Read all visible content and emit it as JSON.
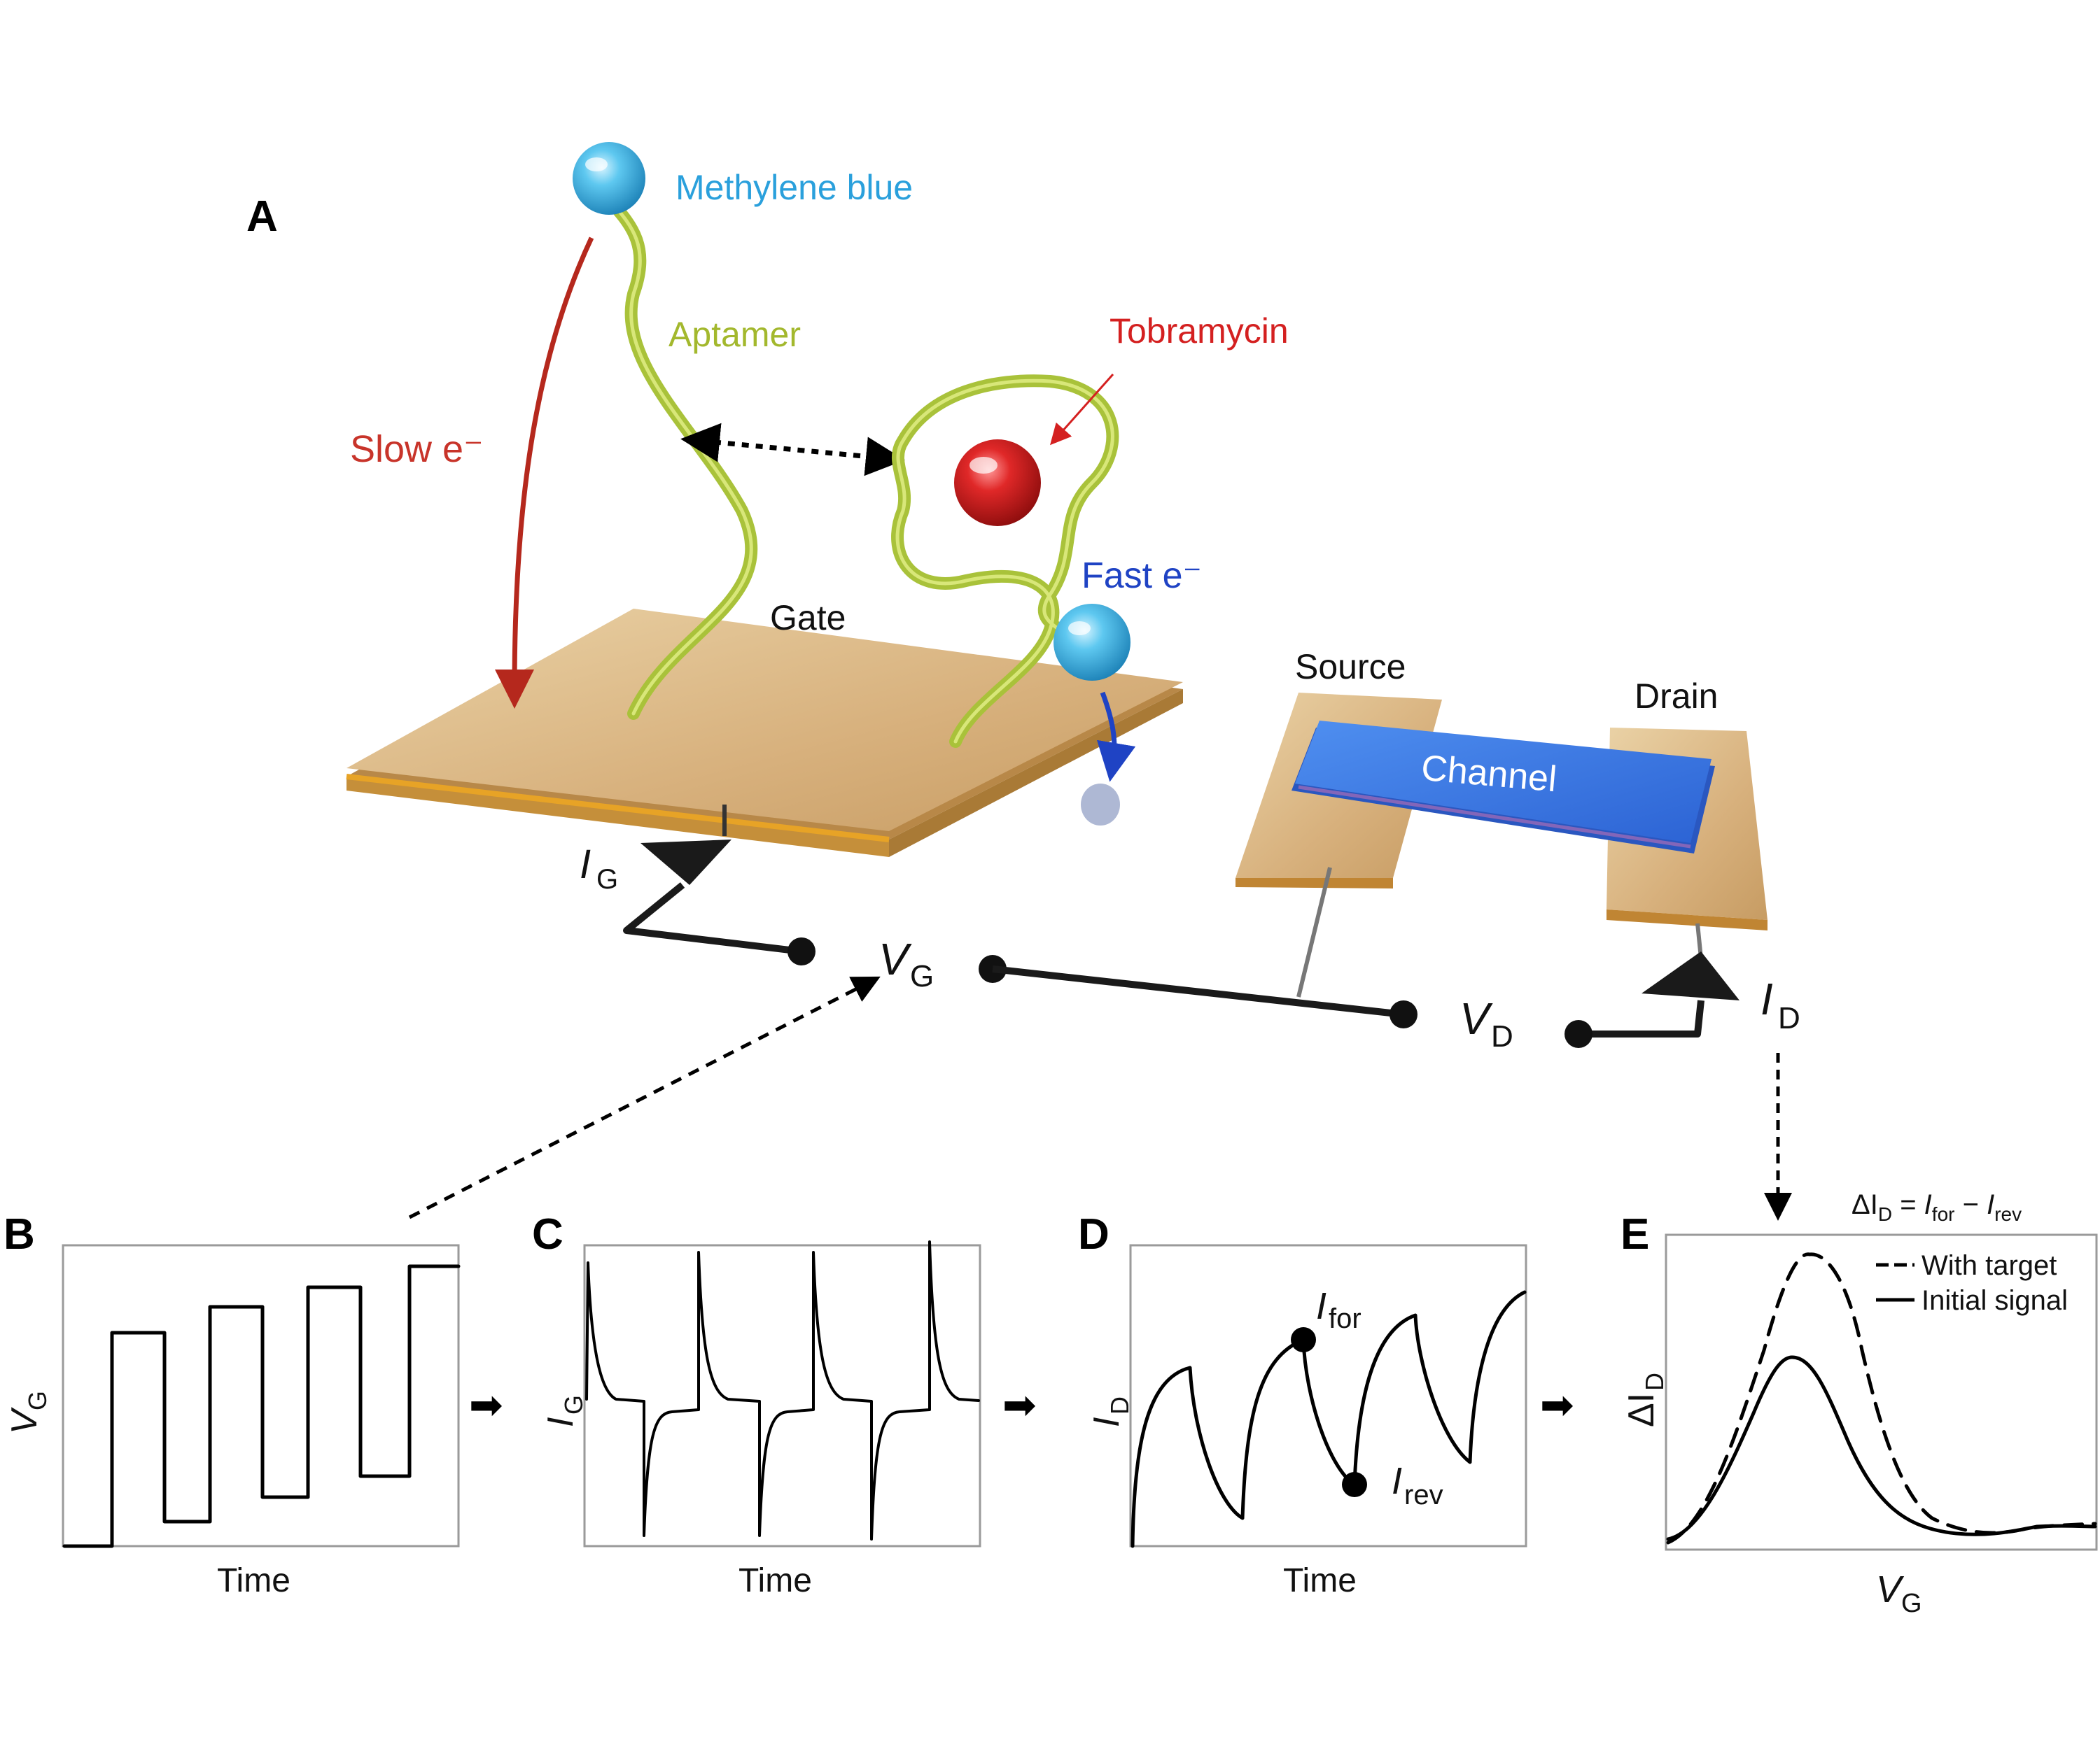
{
  "panel_a": {
    "letter": "A",
    "methylene_blue": "Methylene blue",
    "aptamer": "Aptamer",
    "tobramycin": "Tobramycin",
    "slow_e": "Slow e⁻",
    "fast_e": "Fast e⁻",
    "gate": "Gate",
    "source": "Source",
    "drain": "Drain",
    "channel": "Channel",
    "i_g": {
      "main": "I",
      "sub": "G"
    },
    "v_g": {
      "main": "V",
      "sub": "G"
    },
    "v_d": {
      "main": "V",
      "sub": "D"
    },
    "i_d": {
      "main": "I",
      "sub": "D"
    },
    "colors": {
      "methylene_blue": "#29a8e0",
      "aptamer": "#a9c23a",
      "tobramycin": "#d42020",
      "slow_arrow": "#b5281d",
      "fast_arrow": "#1f43c4",
      "gold": "#d9b27c",
      "channel": "#3f7fe6"
    }
  },
  "panel_b": {
    "letter": "B",
    "xlabel": "Time",
    "ylabel": {
      "main": "V",
      "sub": "G"
    }
  },
  "panel_c": {
    "letter": "C",
    "xlabel": "Time",
    "ylabel": {
      "main": "I",
      "sub": "G"
    }
  },
  "panel_d": {
    "letter": "D",
    "xlabel": "Time",
    "ylabel": {
      "main": "I",
      "sub": "D"
    },
    "i_for": {
      "main": "I",
      "sub": "for"
    },
    "i_rev": {
      "main": "I",
      "sub": "rev"
    }
  },
  "panel_e": {
    "letter": "E",
    "xlabel": {
      "main": "V",
      "sub": "G"
    },
    "ylabel": {
      "main": "ΔI",
      "sub": "D"
    },
    "equation": {
      "lhs": "ΔI",
      "lhs_sub": "D",
      "eq": " = ",
      "a": "I",
      "a_sub": "for",
      "minus": " − ",
      "b": "I",
      "b_sub": "rev"
    },
    "legend": [
      "With target",
      "Initial signal"
    ]
  },
  "chart_data": [
    {
      "type": "line",
      "panel": "B",
      "xlabel": "Time",
      "ylabel": "VG",
      "shape": "square-wave staircase"
    },
    {
      "type": "line",
      "panel": "C",
      "xlabel": "Time",
      "ylabel": "IG",
      "shape": "spikes at each potential step"
    },
    {
      "type": "line",
      "panel": "D",
      "xlabel": "Time",
      "ylabel": "ID",
      "markers": [
        "Ifor",
        "Irev"
      ]
    },
    {
      "type": "line",
      "panel": "E",
      "xlabel": "VG",
      "ylabel": "ΔID",
      "series": [
        {
          "name": "With target",
          "style": "dashed"
        },
        {
          "name": "Initial signal",
          "style": "solid"
        }
      ]
    }
  ]
}
